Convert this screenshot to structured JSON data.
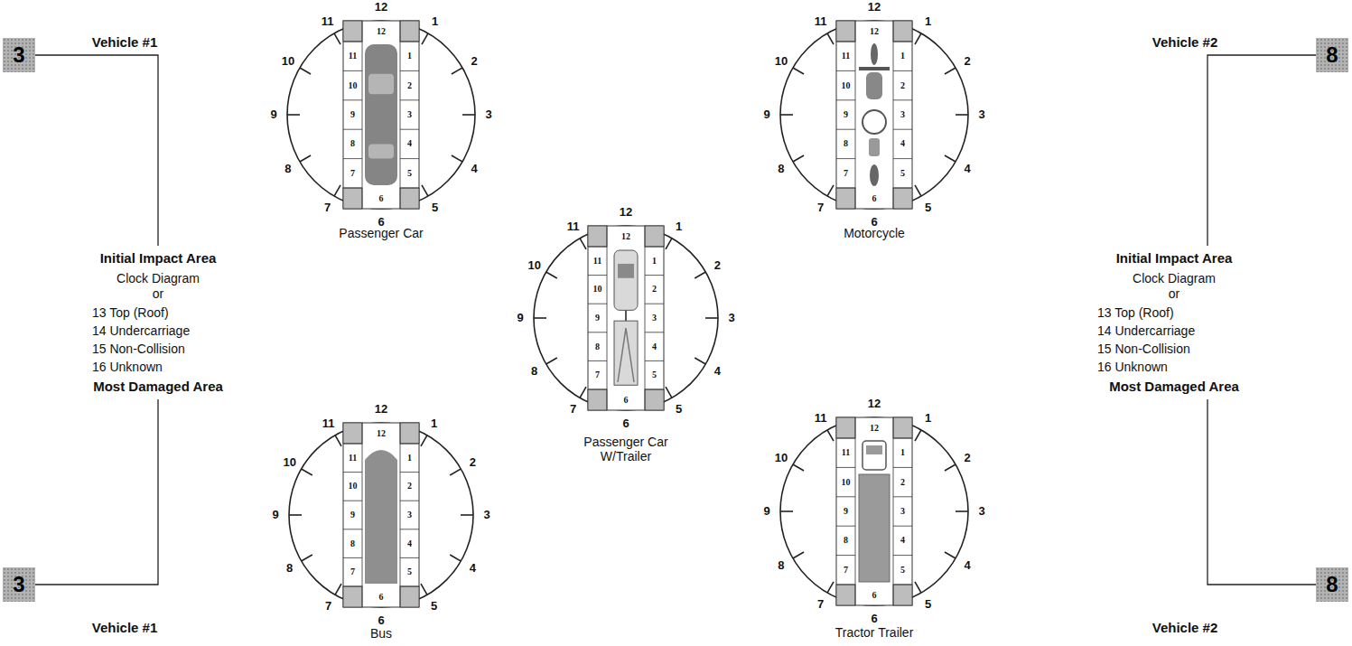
{
  "diagram": {
    "nodes": [
      {
        "text": [
          "3"
        ]
      },
      {
        "text": [
          "3"
        ]
      },
      {
        "text": [
          "8"
        ]
      },
      {
        "text": [
          "8"
        ]
      }
    ],
    "labels": [
      "Vehicle #1",
      "Initial Impact Area",
      "Clock Diagram",
      "or",
      "13 Top (Roof)",
      "14 Undercarriage",
      "15 Non-Collision",
      "16 Unknown",
      "Most Damaged Area",
      "Vehicle #1",
      "12",
      "1",
      "2",
      "3",
      "4",
      "5",
      "6",
      "7",
      "8",
      "9",
      "10",
      "11",
      "12",
      "11",
      "10",
      "9",
      "8",
      "7",
      "1",
      "2",
      "3",
      "4",
      "5",
      "6",
      "Passenger Car",
      "12",
      "1",
      "2",
      "3",
      "4",
      "5",
      "6",
      "7",
      "8",
      "9",
      "10",
      "11",
      "12",
      "11",
      "10",
      "9",
      "8",
      "7",
      "1",
      "2",
      "3",
      "4",
      "5",
      "6",
      "Bus",
      "12",
      "1",
      "2",
      "3",
      "4",
      "5",
      "6",
      "7",
      "8",
      "9",
      "10",
      "11",
      "12",
      "11",
      "10",
      "9",
      "8",
      "7",
      "1",
      "2",
      "3",
      "4",
      "5",
      "6",
      "Passenger Car W/Trailer",
      "12",
      "1",
      "2",
      "3",
      "4",
      "5",
      "6",
      "7",
      "8",
      "9",
      "10",
      "11",
      "12",
      "11",
      "10",
      "9",
      "8",
      "7",
      "1",
      "2",
      "3",
      "4",
      "5",
      "6",
      "Motorcycle",
      "12",
      "1",
      "2",
      "3",
      "4",
      "5",
      "6",
      "7",
      "8",
      "9",
      "10",
      "11",
      "12",
      "11",
      "10",
      "9",
      "8",
      "7",
      "1",
      "2",
      "3",
      "4",
      "5",
      "6",
      "Tractor Trailer",
      "Vehicle #2",
      "Initial Impact Area",
      "Clock Diagram",
      "or",
      "13 Top (Roof)",
      "14 Undercarriage",
      "15 Non-Collision",
      "16 Unknown",
      "Most Damaged Area",
      "Vehicle #2"
    ]
  }
}
